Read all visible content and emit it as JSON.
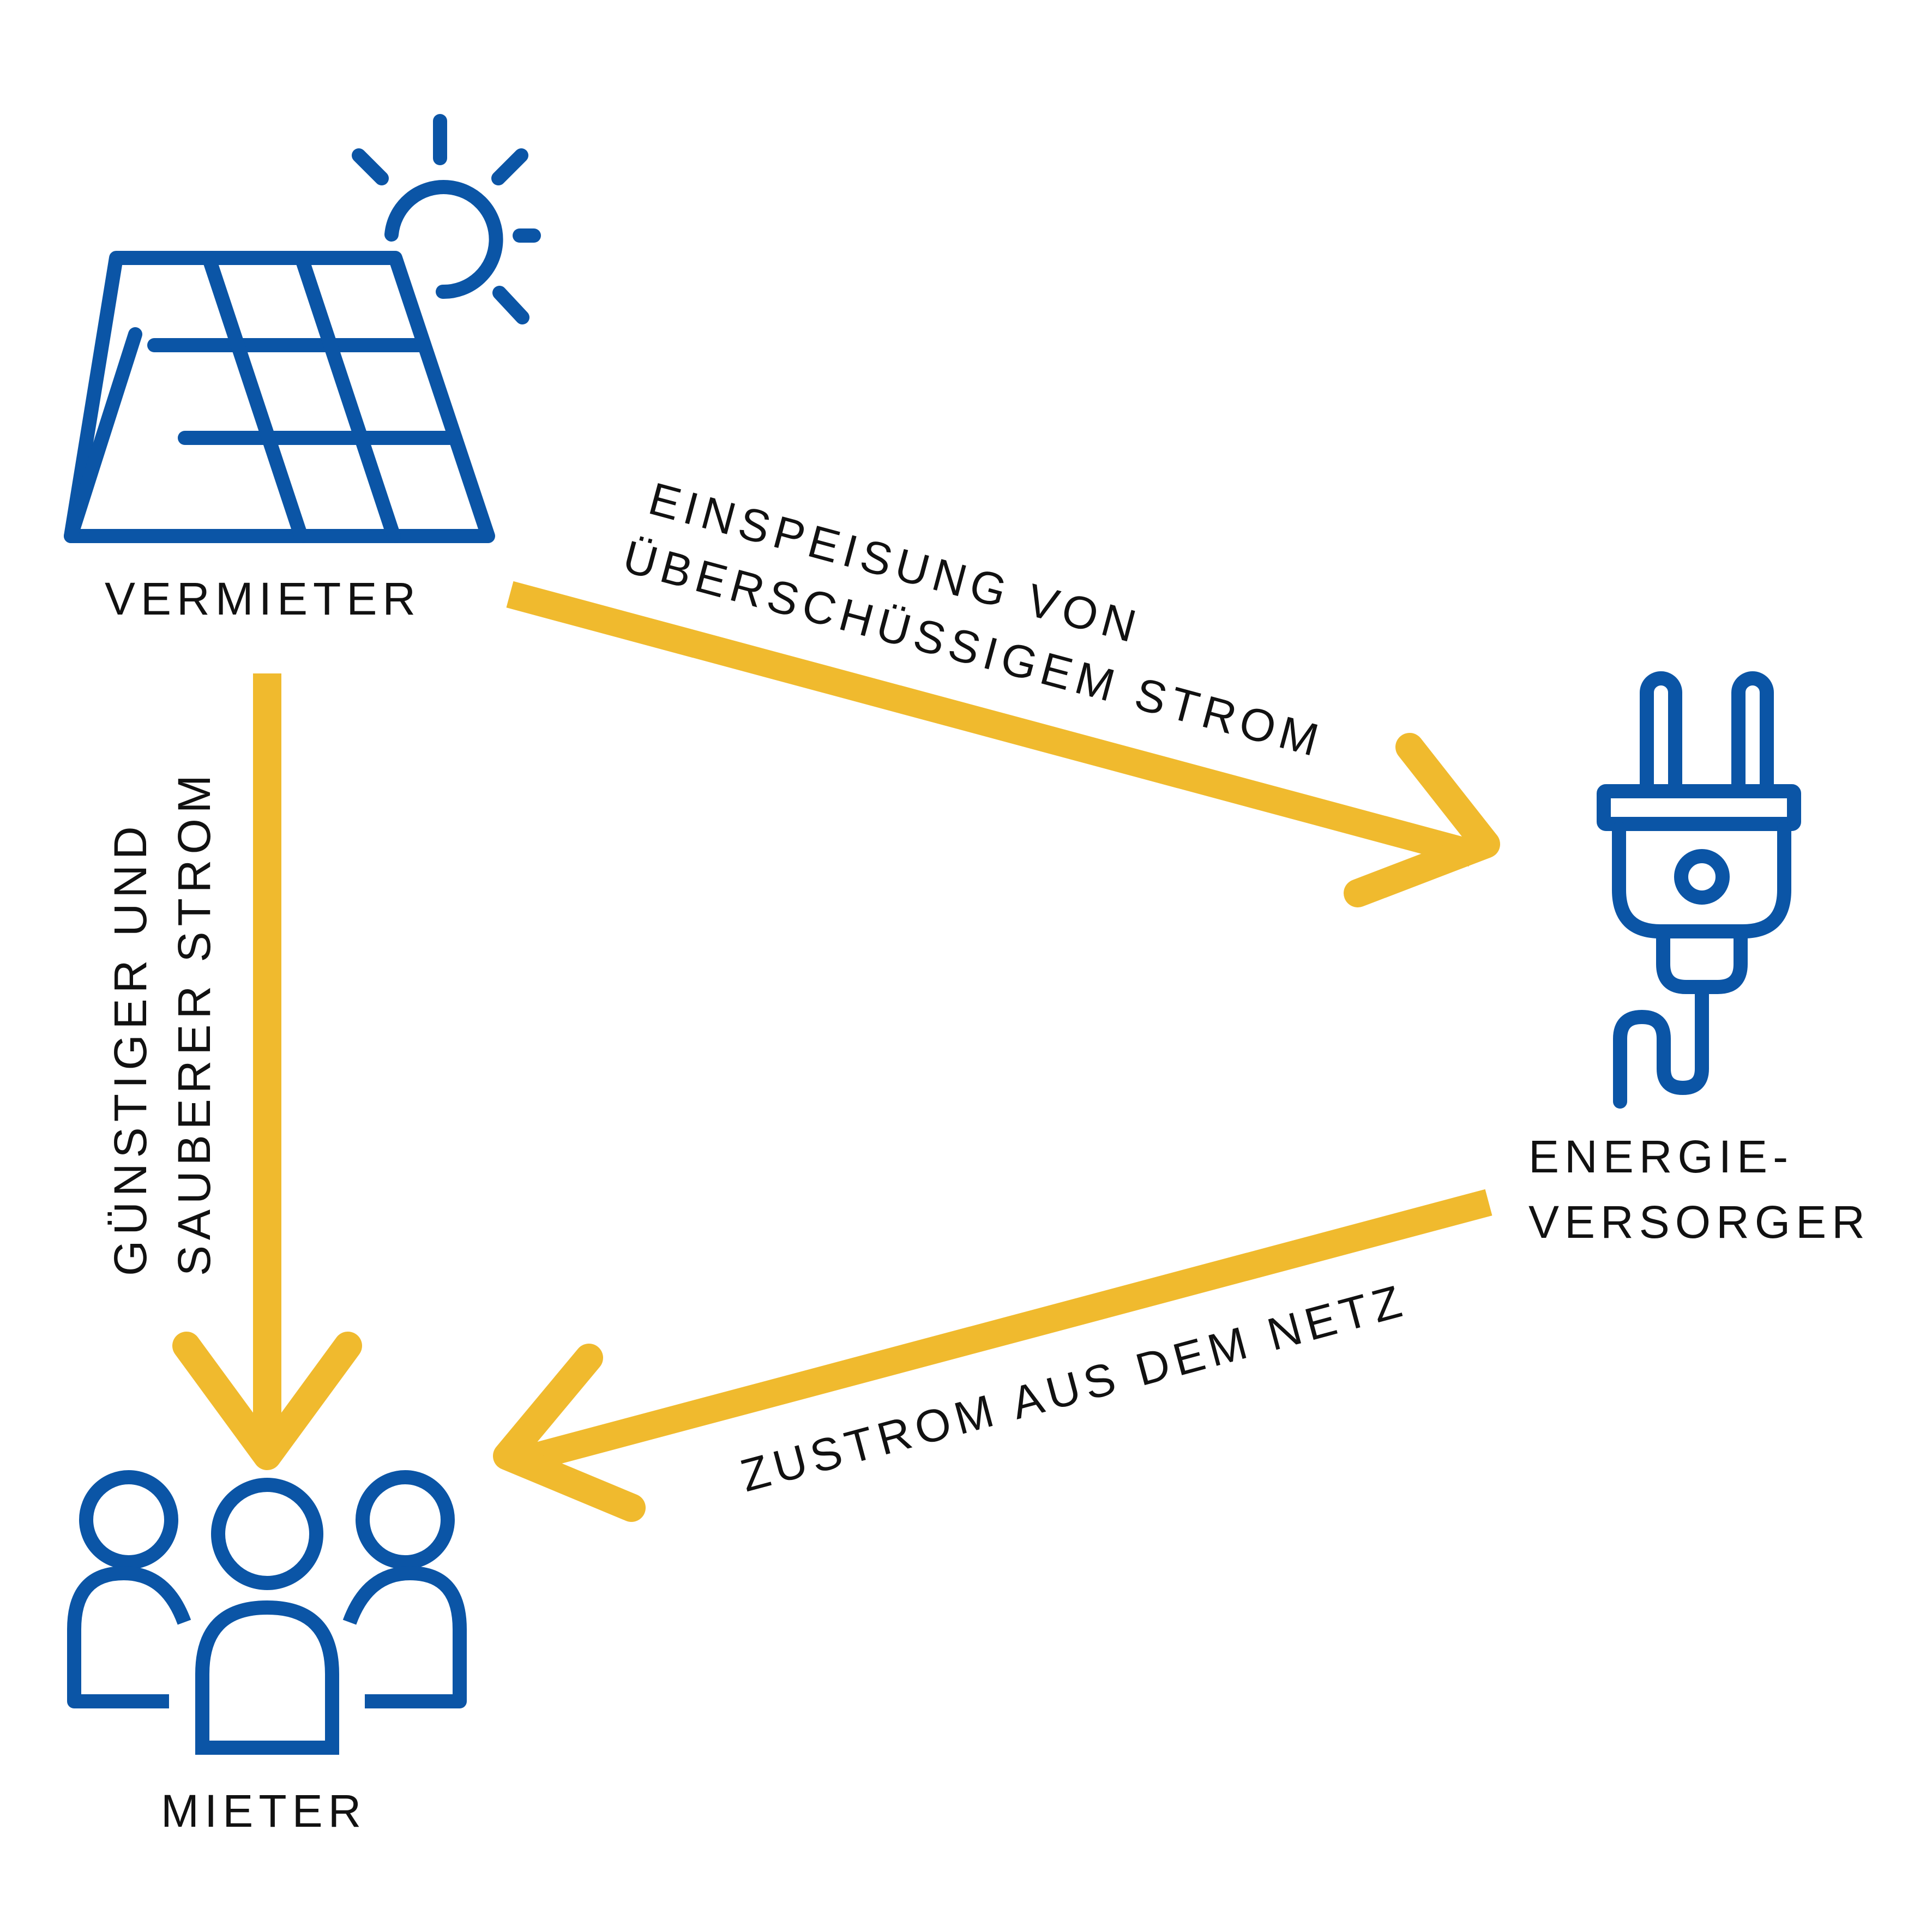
{
  "colors": {
    "icon": "#0B55A6",
    "arrow": "#F0BA2E",
    "text": "#111111"
  },
  "nodes": {
    "vermieter": {
      "label": "VERMIETER",
      "icon": "solar-panel-icon"
    },
    "energieversorger": {
      "label_line1": "ENERGIE-",
      "label_line2": "VERSORGER",
      "icon": "power-plug-icon"
    },
    "mieter": {
      "label": "MIETER",
      "icon": "people-group-icon"
    }
  },
  "flows": {
    "einspeisung": {
      "line1": "EINSPEISUNG VON",
      "line2": "ÜBERSCHÜSSIGEM STROM"
    },
    "zustrom": {
      "line1": "ZUSTROM AUS DEM NETZ"
    },
    "guenstig": {
      "line1": "GÜNSTIGER UND",
      "line2": "SAUBERER STROM"
    }
  }
}
